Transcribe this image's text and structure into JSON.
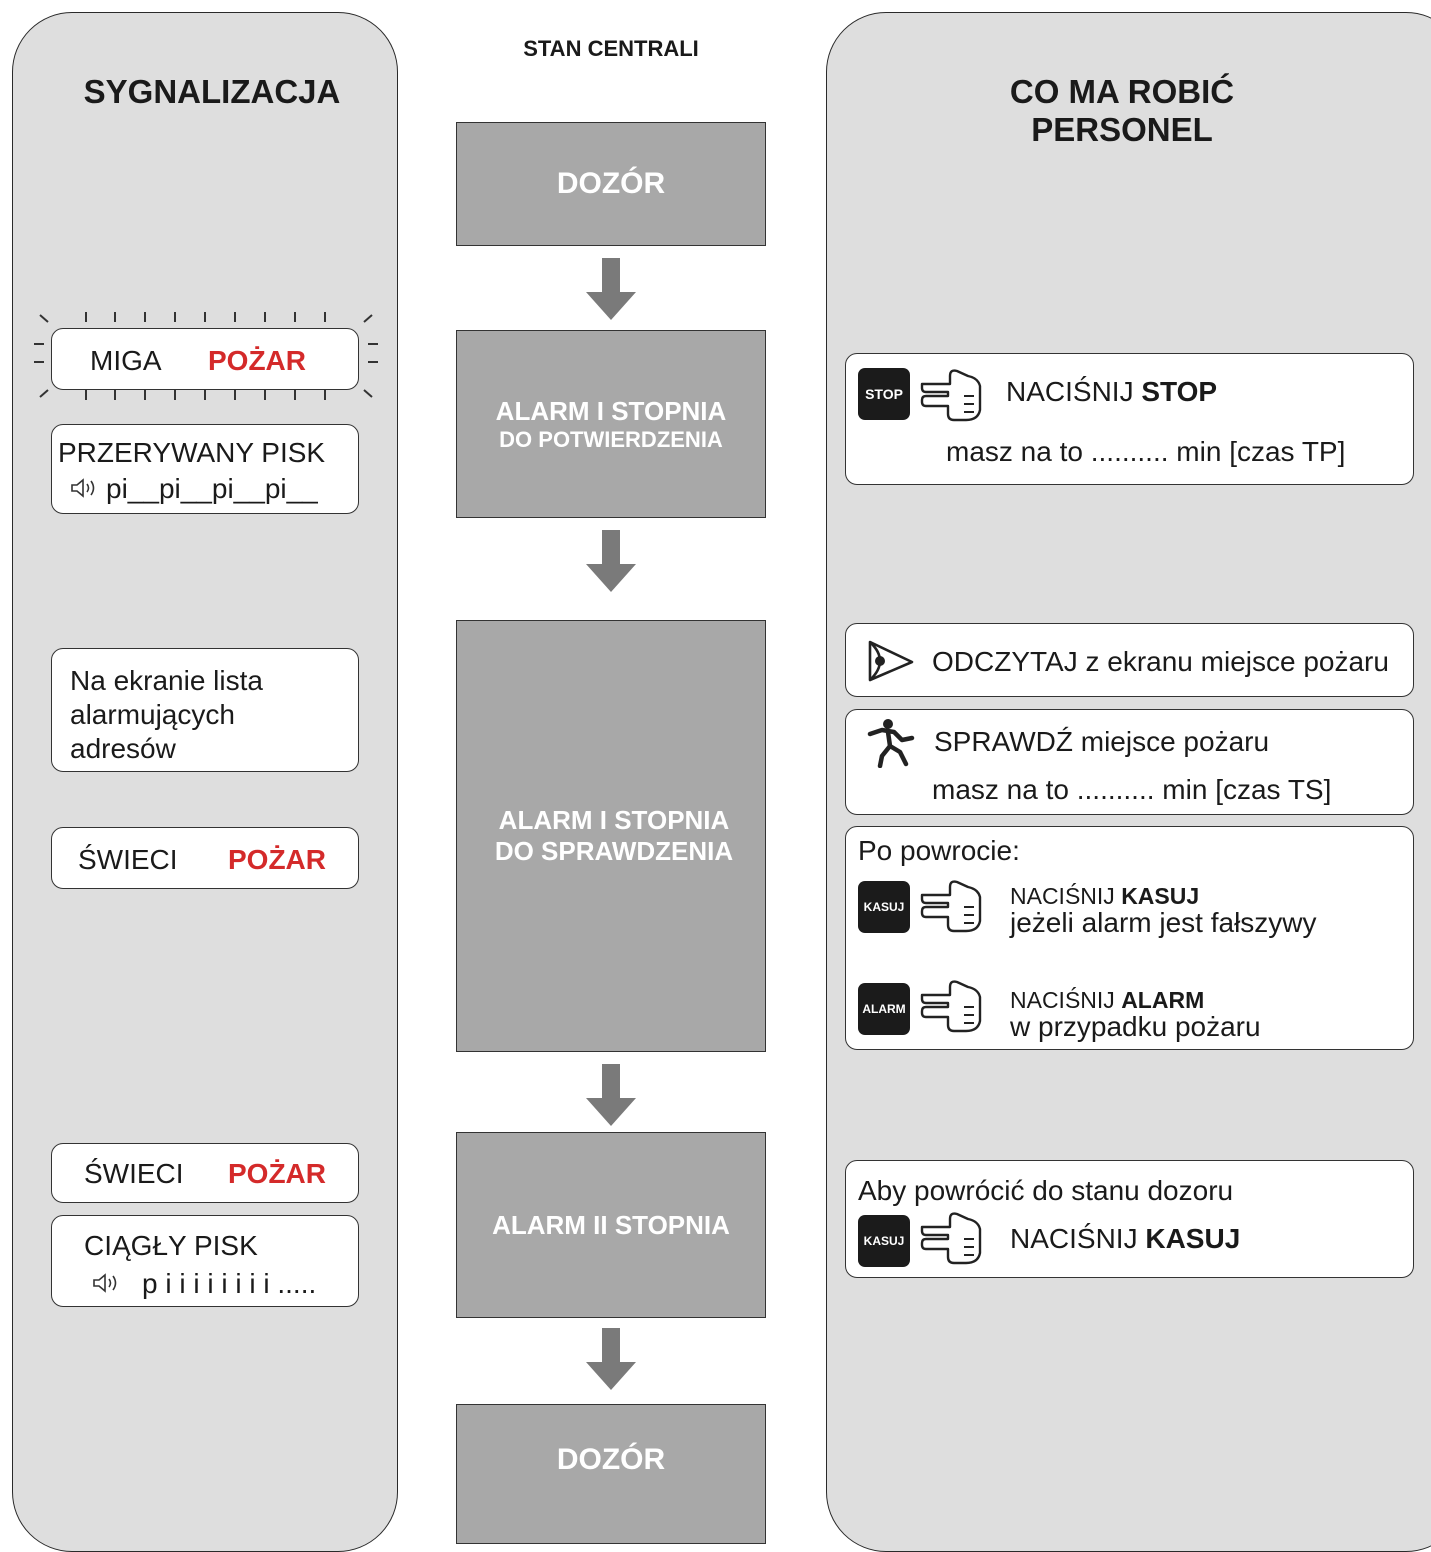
{
  "left": {
    "title": "SYGNALIZACJA",
    "miga": "MIGA",
    "pozar": "POŻAR",
    "przerywany": "PRZERYWANY PISK",
    "pi_sound": "pi__pi__pi__pi__",
    "ekran": [
      "Na ekranie lista",
      "alarmujących",
      "adresów"
    ],
    "swieci": "ŚWIECI",
    "ciagly": "CIĄGŁY PISK",
    "piii_sound": "p i i i i i i i i ....."
  },
  "center": {
    "title": "STAN CENTRALI",
    "dozor": "DOZÓR",
    "alarm1_line1": "ALARM I STOPNIA",
    "alarm1_line2": "DO POTWIERDZENIA",
    "alarm1s_line1": "ALARM I STOPNIA",
    "alarm1s_line2": "DO SPRAWDZENIA",
    "alarm2": "ALARM II STOPNIA"
  },
  "right": {
    "title_line1": "CO MA ROBIĆ",
    "title_line2": "PERSONEL",
    "nacisnij": "NACIŚNIJ",
    "stop": "STOP",
    "masz_tp": "masz na to .......... min [czas TP]",
    "odczytaj_bold": "ODCZYTAJ",
    "odczytaj_rest": " z ekranu miejsce pożaru",
    "sprawdz": "SPRAWDŹ miejsce pożaru",
    "masz_ts": "masz na to .......... min [czas TS]",
    "po_powrocie": "Po powrocie:",
    "kasuj": "KASUJ",
    "falszywy": "jeżeli alarm jest fałszywy",
    "alarm": "ALARM",
    "przypadek": "w przypadku pożaru",
    "aby": "Aby powrócić do stanu dozoru"
  },
  "buttons": {
    "stop": "STOP",
    "kasuj": "KASUJ",
    "alarm": "ALARM"
  },
  "icons": [
    "speaker-icon",
    "hand-pointing-icon",
    "eye-icon",
    "running-person-icon",
    "down-arrow-icon"
  ],
  "colors": {
    "panel": "#dedede",
    "state_box": "#a8a8a8",
    "accent_red": "#d42a2a",
    "button": "#1b1b1b",
    "arrow": "#7a7a7a"
  }
}
